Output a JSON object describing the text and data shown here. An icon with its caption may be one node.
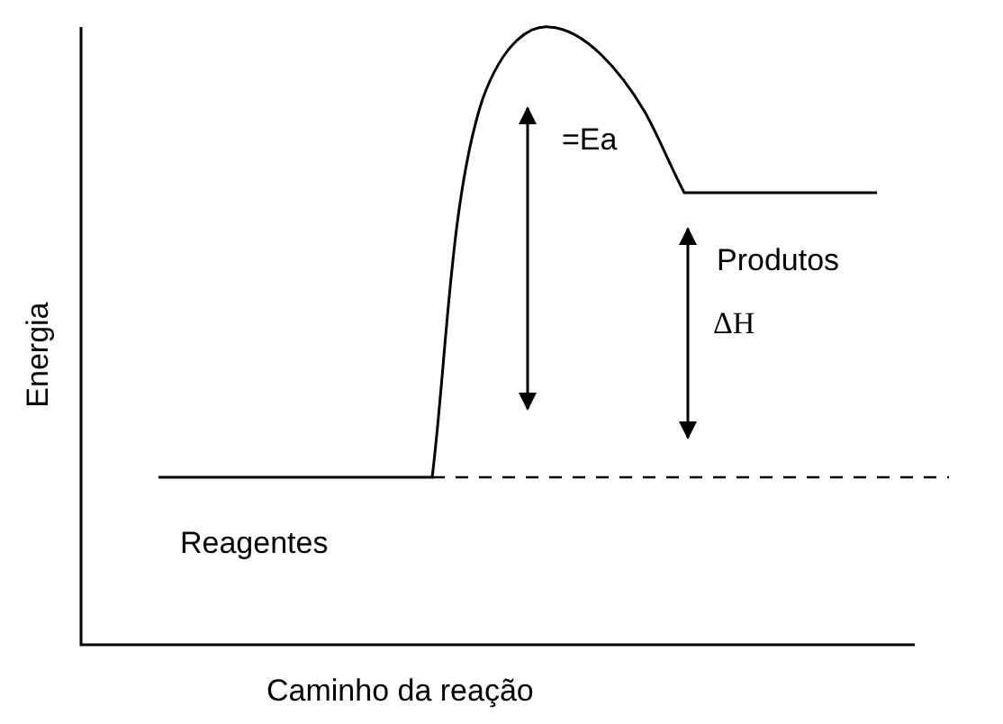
{
  "diagram": {
    "labels": [
      "=Ea",
      "Produtos",
      "ΔH",
      "Reagentes",
      "Energia",
      "Caminho da reação"
    ]
  }
}
